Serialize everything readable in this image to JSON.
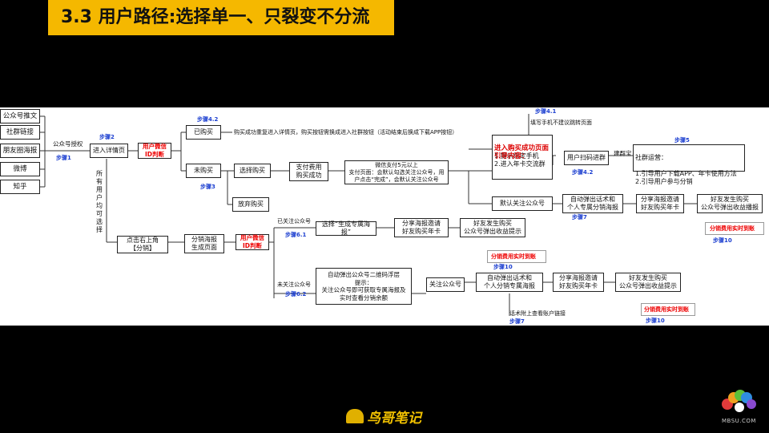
{
  "title": "3.3 用户路径:选择单一、只裂变不分流",
  "sources": [
    "公众号推文",
    "社群链接",
    "朋友圈海报",
    "微博",
    "知乎"
  ],
  "nodes": {
    "auth": "公众号授权",
    "detail": "进入详情页",
    "userid1": "用户微信\nID判断",
    "bought": "已购买",
    "bought_desc": "购买成功重复进入详情页，购买按钮需换成进入社群按钮（活动结束后换成下载APP按钮）",
    "notbought": "未购买",
    "choose": "选择购买",
    "payfee": "支付费用\n购买成功",
    "paydesc": "微信支付5元以上\n支付页面：会默认勾选关注公众号，用户点击“完成”，会默认关注公众号",
    "giveup": "放弃购买",
    "success_title": "进入购买成功页面\n引导内容：",
    "success_items": "1.提示绑定手机\n2.进入年卡交流群",
    "fill_phone": "填写手机不建议跳转页面",
    "scan": "用户扫码进群",
    "build": "建群宝",
    "community_title": "社群运营：",
    "community_items": "1.引导用户下载APP、年卡使用方法\n2.引导用户参与分销",
    "default_follow": "默认关注公众号",
    "auto_poster1": "自动弹出话术和\n个人专属分销海报",
    "share1": "分享海报邀请\n好友购买年卡",
    "friendbuy1": "好友发生购买\n公众号弹出收益播报",
    "redtext1": "分销费用实时到账",
    "vertical_note": "所有用户均可选择",
    "topright": "点击右上角\n【分销】",
    "dist_poster": "分销海报\n生成页面",
    "userid2": "用户微信\nID判断",
    "followed": "已关注公众号",
    "gen_poster": "选择“生成专属海报”",
    "share2": "分享海报邀请\n好友购买年卡",
    "friendbuy2": "好友发生购买\n公众号弹出收益提示",
    "redtext2": "分销费用实时到账",
    "qr_popup": "自动弹出公众号二维码浮层\n提示：\n关注公众号即可获取专属海报及\n实时查看分销余额",
    "notfollowed": "未关注公众号",
    "follow": "关注公众号",
    "auto_poster2": "自动弹出话术和\n个人分销专属海报",
    "share3": "分享海报邀请\n好友购买年卡",
    "friendbuy3": "好友发生购买\n公众号弹出收益提示",
    "redtext3": "分销费用实时到账",
    "attach_link": "话术附上查看账户链接"
  },
  "steps": {
    "s1": "步骤1",
    "s2": "步骤2",
    "s3": "步骤3",
    "s42a": "步骤4.2",
    "s41": "步骤4.1",
    "s42b": "步骤4.2",
    "s5": "步骤5",
    "s7a": "步骤7",
    "s10a": "步骤10",
    "s61": "步骤6.1",
    "s10b": "步骤10",
    "s62": "步骤6.2",
    "s7b": "步骤7",
    "s10c": "步骤10"
  },
  "logo_text": "鸟哥笔记",
  "site": "MBSU.COM",
  "colors": {
    "title_bg": "#f5b800",
    "step": "#1c3fd0",
    "red": "#e00000"
  }
}
